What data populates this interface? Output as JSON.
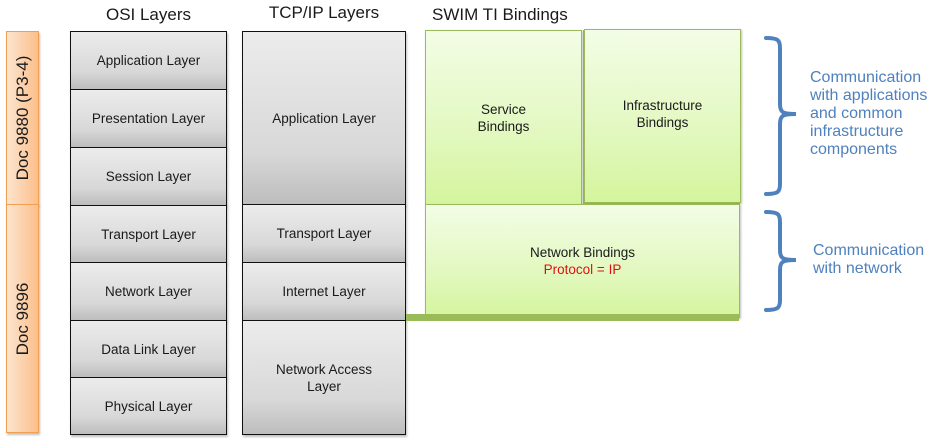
{
  "columns": {
    "osi": {
      "title": "OSI Layers",
      "layers": [
        "Application Layer",
        "Presentation Layer",
        "Session Layer",
        "Transport Layer",
        "Network Layer",
        "Data Link Layer",
        "Physical Layer"
      ]
    },
    "tcpip": {
      "title": "TCP/IP Layers",
      "layers": [
        "Application Layer",
        "Transport Layer",
        "Internet Layer",
        "Network Access Layer"
      ]
    },
    "swim": {
      "title": "SWIM TI Bindings",
      "service_bindings": "Service Bindings",
      "infrastructure_bindings": "Infrastructure Bindings",
      "network_bindings": "Network Bindings",
      "protocol": "Protocol = IP"
    }
  },
  "documents": [
    {
      "label": "Doc 9880 (P3-4)"
    },
    {
      "label": "Doc 9896"
    }
  ],
  "annotations": [
    {
      "text": "Communication with applications and common infrastructure components"
    },
    {
      "text": "Communication with network"
    }
  ],
  "colors": {
    "doc_bar": "#fbbf8a",
    "swim_green": "#d4f59d",
    "swim_border": "#9bbb59",
    "annotation_blue": "#4f81bd",
    "protocol_red": "#e01010"
  }
}
